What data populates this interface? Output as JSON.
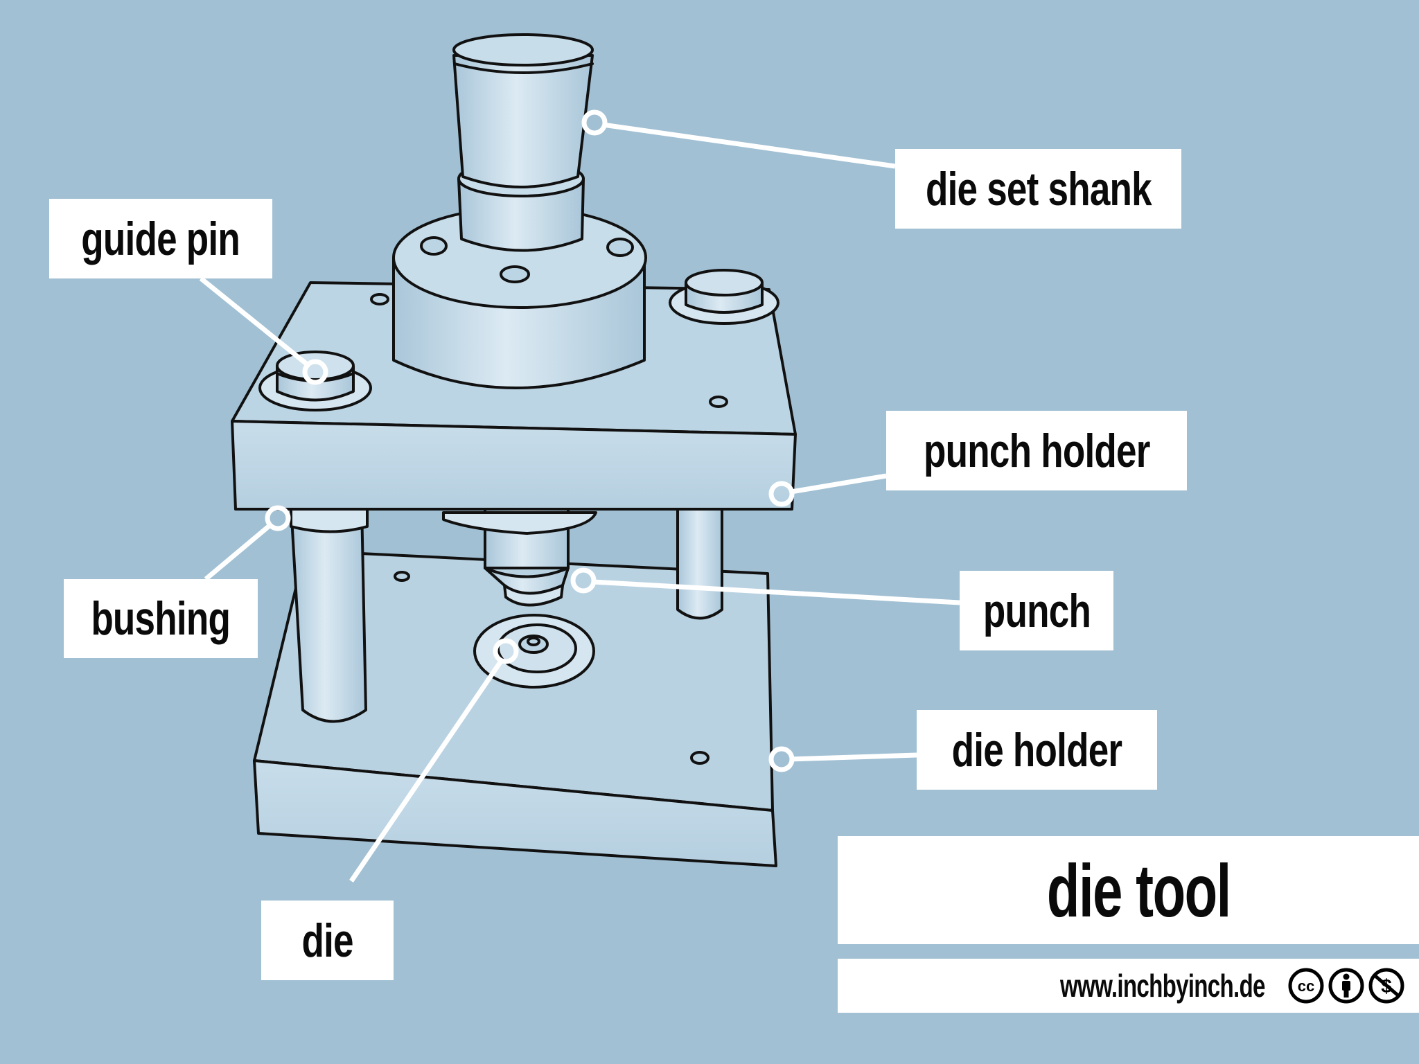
{
  "title": "die tool",
  "footer": {
    "url": "www.inchbyinch.de",
    "license_icons": [
      "cc-icon",
      "by-attribution-icon",
      "noncommercial-icon"
    ]
  },
  "colors": {
    "background": "#A1C0D4",
    "label_bg": "#FFFFFF",
    "label_text": "#0A0A0A",
    "leader_line": "#FFFFFF",
    "part_fill": "#BCD5E4",
    "outline": "#111111"
  },
  "labels": [
    {
      "id": "die-set-shank",
      "text": "die set shank"
    },
    {
      "id": "guide-pin",
      "text": "guide pin"
    },
    {
      "id": "punch-holder",
      "text": "punch holder"
    },
    {
      "id": "bushing",
      "text": "bushing"
    },
    {
      "id": "punch",
      "text": "punch"
    },
    {
      "id": "die-holder",
      "text": "die holder"
    },
    {
      "id": "die",
      "text": "die"
    }
  ]
}
